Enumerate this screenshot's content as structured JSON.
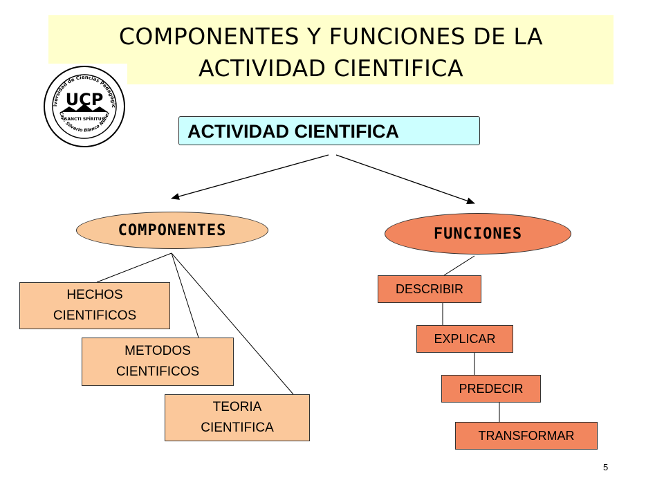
{
  "title": {
    "line1": "COMPONENTES Y FUNCIONES DE LA",
    "line2": "ACTIVIDAD CIENTIFICA"
  },
  "seal": {
    "text_top": "Universidad de Ciencias Pedagógicas",
    "initials": "UCP",
    "city": "SANCTI SPÍRITUS",
    "name_bottom": "Cap. Silverio Blanco Núñez"
  },
  "root": {
    "label": "ACTIVIDAD CIENTIFICA"
  },
  "components": {
    "label": "COMPONENTES",
    "items": [
      {
        "line1": "HECHOS",
        "line2": "CIENTIFICOS"
      },
      {
        "line1": "METODOS",
        "line2": "CIENTIFICOS"
      },
      {
        "line1": "TEORIA",
        "line2": "CIENTIFICA"
      }
    ]
  },
  "functions": {
    "label": "FUNCIONES",
    "items": [
      "DESCRIBIR",
      "EXPLICAR",
      "PREDECIR",
      "TRANSFORMAR"
    ]
  },
  "page_number": "5",
  "colors": {
    "title_bg": "#ffffcc",
    "root_bg": "#ccffff",
    "components_fill": "#f9c899",
    "functions_fill": "#f2865e"
  }
}
